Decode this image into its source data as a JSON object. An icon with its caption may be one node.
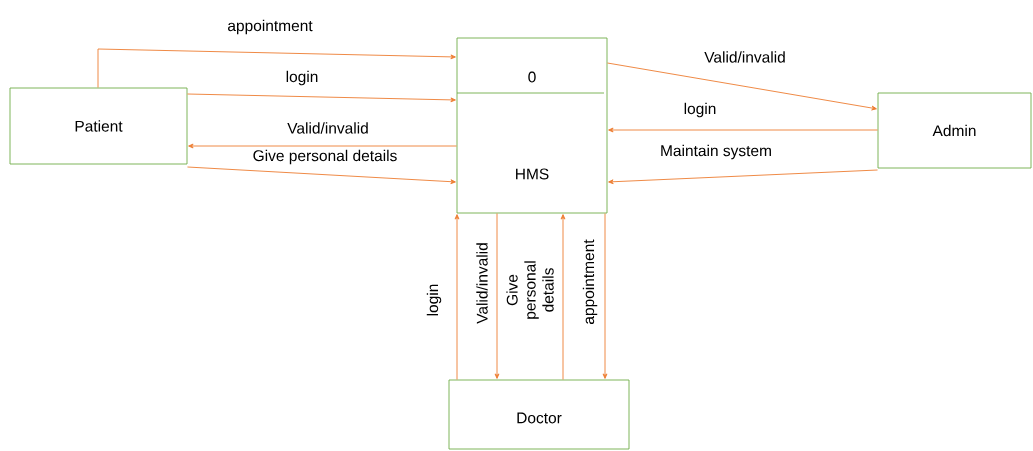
{
  "diagram": {
    "nodes": [
      {
        "text": [
          "Patient"
        ]
      },
      {
        "text": [
          "0",
          "HMS"
        ]
      },
      {
        "text": [
          "Admin"
        ]
      },
      {
        "text": [
          "Doctor"
        ]
      }
    ],
    "edges": [
      {
        "from": 0,
        "to": 1,
        "arrow": "to",
        "label": "appointment"
      },
      {
        "from": 0,
        "to": 1,
        "arrow": "to",
        "label": "login"
      },
      {
        "from": 1,
        "to": 0,
        "arrow": "to",
        "label": "Valid/invalid"
      },
      {
        "from": 0,
        "to": 1,
        "arrow": "to",
        "label": "Give personal details"
      },
      {
        "from": 1,
        "to": 2,
        "arrow": "to",
        "label": "Valid/invalid"
      },
      {
        "from": 2,
        "to": 1,
        "arrow": "to",
        "label": "login"
      },
      {
        "from": 2,
        "to": 1,
        "arrow": "to",
        "label": "Maintain system"
      },
      {
        "from": 3,
        "to": 1,
        "arrow": "to",
        "label": "login"
      },
      {
        "from": 1,
        "to": 3,
        "arrow": "to",
        "label": "Valid/invalid"
      },
      {
        "from": 3,
        "to": 1,
        "arrow": "to",
        "label": "Give personal details"
      },
      {
        "from": 1,
        "to": 3,
        "arrow": "to",
        "label": "appointment"
      }
    ]
  }
}
